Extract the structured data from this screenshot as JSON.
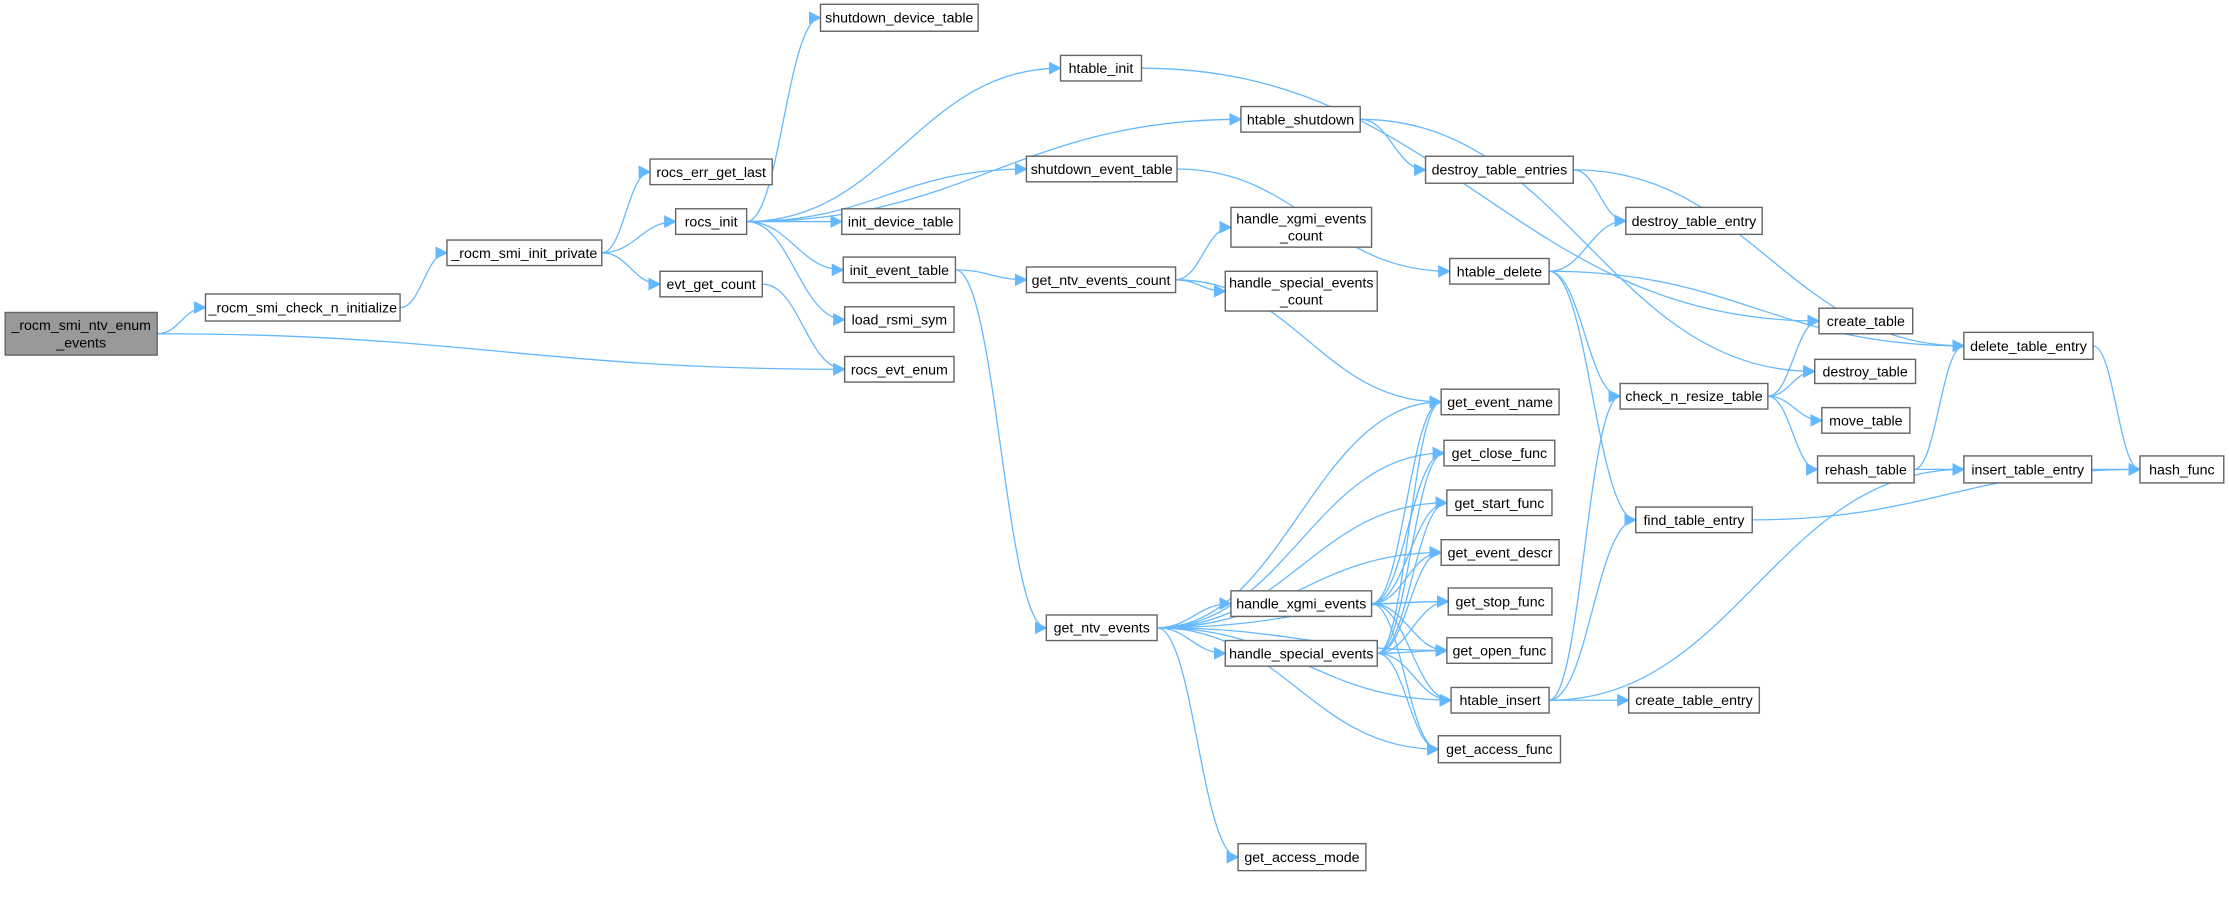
{
  "graph": {
    "root": "root",
    "colors": {
      "edge": "#63b8ff",
      "node_border": "#666666",
      "root_fill": "#999999",
      "node_fill": "#ffffff"
    },
    "nodes": [
      {
        "id": "root",
        "lines": [
          "_rocm_smi_ntv_enum",
          "_events"
        ]
      },
      {
        "id": "check_n_initialize",
        "lines": [
          "_rocm_smi_check_n_initialize"
        ]
      },
      {
        "id": "init_private",
        "lines": [
          "_rocm_smi_init_private"
        ]
      },
      {
        "id": "rocs_err_get_last",
        "lines": [
          "rocs_err_get_last"
        ]
      },
      {
        "id": "rocs_init",
        "lines": [
          "rocs_init"
        ]
      },
      {
        "id": "evt_get_count",
        "lines": [
          "evt_get_count"
        ]
      },
      {
        "id": "rocs_evt_enum",
        "lines": [
          "rocs_evt_enum"
        ]
      },
      {
        "id": "shutdown_device_table",
        "lines": [
          "shutdown_device_table"
        ]
      },
      {
        "id": "htable_init",
        "lines": [
          "htable_init"
        ]
      },
      {
        "id": "htable_shutdown",
        "lines": [
          "htable_shutdown"
        ]
      },
      {
        "id": "shutdown_event_table",
        "lines": [
          "shutdown_event_table"
        ]
      },
      {
        "id": "init_device_table",
        "lines": [
          "init_device_table"
        ]
      },
      {
        "id": "init_event_table",
        "lines": [
          "init_event_table"
        ]
      },
      {
        "id": "load_rsmi_sym",
        "lines": [
          "load_rsmi_sym"
        ]
      },
      {
        "id": "get_ntv_events_count",
        "lines": [
          "get_ntv_events_count"
        ]
      },
      {
        "id": "handle_xgmi_events_count",
        "lines": [
          "handle_xgmi_events",
          "_count"
        ]
      },
      {
        "id": "handle_special_events_count",
        "lines": [
          "handle_special_events",
          "_count"
        ]
      },
      {
        "id": "get_ntv_events",
        "lines": [
          "get_ntv_events"
        ]
      },
      {
        "id": "handle_xgmi_events",
        "lines": [
          "handle_xgmi_events"
        ]
      },
      {
        "id": "handle_special_events",
        "lines": [
          "handle_special_events"
        ]
      },
      {
        "id": "get_access_mode",
        "lines": [
          "get_access_mode"
        ]
      },
      {
        "id": "destroy_table_entries",
        "lines": [
          "destroy_table_entries"
        ]
      },
      {
        "id": "destroy_table_entry",
        "lines": [
          "destroy_table_entry"
        ]
      },
      {
        "id": "htable_delete",
        "lines": [
          "htable_delete"
        ]
      },
      {
        "id": "get_event_name",
        "lines": [
          "get_event_name"
        ]
      },
      {
        "id": "get_close_func",
        "lines": [
          "get_close_func"
        ]
      },
      {
        "id": "get_start_func",
        "lines": [
          "get_start_func"
        ]
      },
      {
        "id": "get_event_descr",
        "lines": [
          "get_event_descr"
        ]
      },
      {
        "id": "get_stop_func",
        "lines": [
          "get_stop_func"
        ]
      },
      {
        "id": "get_open_func",
        "lines": [
          "get_open_func"
        ]
      },
      {
        "id": "htable_insert",
        "lines": [
          "htable_insert"
        ]
      },
      {
        "id": "get_access_func",
        "lines": [
          "get_access_func"
        ]
      },
      {
        "id": "check_n_resize_table",
        "lines": [
          "check_n_resize_table"
        ]
      },
      {
        "id": "find_table_entry",
        "lines": [
          "find_table_entry"
        ]
      },
      {
        "id": "create_table_entry",
        "lines": [
          "create_table_entry"
        ]
      },
      {
        "id": "create_table",
        "lines": [
          "create_table"
        ]
      },
      {
        "id": "destroy_table",
        "lines": [
          "destroy_table"
        ]
      },
      {
        "id": "move_table",
        "lines": [
          "move_table"
        ]
      },
      {
        "id": "rehash_table",
        "lines": [
          "rehash_table"
        ]
      },
      {
        "id": "delete_table_entry",
        "lines": [
          "delete_table_entry"
        ]
      },
      {
        "id": "insert_table_entry",
        "lines": [
          "insert_table_entry"
        ]
      },
      {
        "id": "hash_func",
        "lines": [
          "hash_func"
        ]
      }
    ],
    "edges": [
      [
        "root",
        "check_n_initialize"
      ],
      [
        "root",
        "rocs_evt_enum"
      ],
      [
        "check_n_initialize",
        "init_private"
      ],
      [
        "init_private",
        "rocs_err_get_last"
      ],
      [
        "init_private",
        "rocs_init"
      ],
      [
        "init_private",
        "evt_get_count"
      ],
      [
        "rocs_init",
        "shutdown_device_table"
      ],
      [
        "rocs_init",
        "htable_init"
      ],
      [
        "rocs_init",
        "htable_shutdown"
      ],
      [
        "rocs_init",
        "shutdown_event_table"
      ],
      [
        "rocs_init",
        "init_device_table"
      ],
      [
        "rocs_init",
        "init_event_table"
      ],
      [
        "rocs_init",
        "load_rsmi_sym"
      ],
      [
        "evt_get_count",
        "rocs_evt_enum"
      ],
      [
        "htable_init",
        "create_table"
      ],
      [
        "htable_shutdown",
        "destroy_table"
      ],
      [
        "htable_shutdown",
        "destroy_table_entries"
      ],
      [
        "destroy_table_entries",
        "destroy_table_entry"
      ],
      [
        "destroy_table_entries",
        "delete_table_entry"
      ],
      [
        "shutdown_event_table",
        "htable_delete"
      ],
      [
        "init_event_table",
        "get_ntv_events_count"
      ],
      [
        "init_event_table",
        "get_ntv_events"
      ],
      [
        "get_ntv_events_count",
        "handle_xgmi_events_count"
      ],
      [
        "get_ntv_events_count",
        "handle_special_events_count"
      ],
      [
        "get_ntv_events_count",
        "get_event_name"
      ],
      [
        "htable_delete",
        "destroy_table_entry"
      ],
      [
        "htable_delete",
        "delete_table_entry"
      ],
      [
        "htable_delete",
        "check_n_resize_table"
      ],
      [
        "htable_delete",
        "find_table_entry"
      ],
      [
        "check_n_resize_table",
        "create_table"
      ],
      [
        "check_n_resize_table",
        "destroy_table"
      ],
      [
        "check_n_resize_table",
        "move_table"
      ],
      [
        "check_n_resize_table",
        "rehash_table"
      ],
      [
        "rehash_table",
        "delete_table_entry"
      ],
      [
        "rehash_table",
        "insert_table_entry"
      ],
      [
        "delete_table_entry",
        "hash_func"
      ],
      [
        "insert_table_entry",
        "hash_func"
      ],
      [
        "find_table_entry",
        "hash_func"
      ],
      [
        "get_ntv_events",
        "get_event_name"
      ],
      [
        "get_ntv_events",
        "get_close_func"
      ],
      [
        "get_ntv_events",
        "get_start_func"
      ],
      [
        "get_ntv_events",
        "get_event_descr"
      ],
      [
        "get_ntv_events",
        "handle_xgmi_events"
      ],
      [
        "get_ntv_events",
        "handle_special_events"
      ],
      [
        "get_ntv_events",
        "get_stop_func"
      ],
      [
        "get_ntv_events",
        "get_open_func"
      ],
      [
        "get_ntv_events",
        "htable_insert"
      ],
      [
        "get_ntv_events",
        "get_access_func"
      ],
      [
        "get_ntv_events",
        "get_access_mode"
      ],
      [
        "handle_xgmi_events",
        "get_event_name"
      ],
      [
        "handle_xgmi_events",
        "get_close_func"
      ],
      [
        "handle_xgmi_events",
        "get_start_func"
      ],
      [
        "handle_xgmi_events",
        "get_event_descr"
      ],
      [
        "handle_xgmi_events",
        "get_stop_func"
      ],
      [
        "handle_xgmi_events",
        "get_open_func"
      ],
      [
        "handle_xgmi_events",
        "htable_insert"
      ],
      [
        "handle_xgmi_events",
        "get_access_func"
      ],
      [
        "handle_special_events",
        "get_event_name"
      ],
      [
        "handle_special_events",
        "get_close_func"
      ],
      [
        "handle_special_events",
        "get_start_func"
      ],
      [
        "handle_special_events",
        "get_event_descr"
      ],
      [
        "handle_special_events",
        "get_stop_func"
      ],
      [
        "handle_special_events",
        "get_open_func"
      ],
      [
        "handle_special_events",
        "htable_insert"
      ],
      [
        "handle_special_events",
        "get_access_func"
      ],
      [
        "htable_insert",
        "check_n_resize_table"
      ],
      [
        "htable_insert",
        "find_table_entry"
      ],
      [
        "htable_insert",
        "insert_table_entry"
      ],
      [
        "htable_insert",
        "create_table_entry"
      ]
    ]
  }
}
